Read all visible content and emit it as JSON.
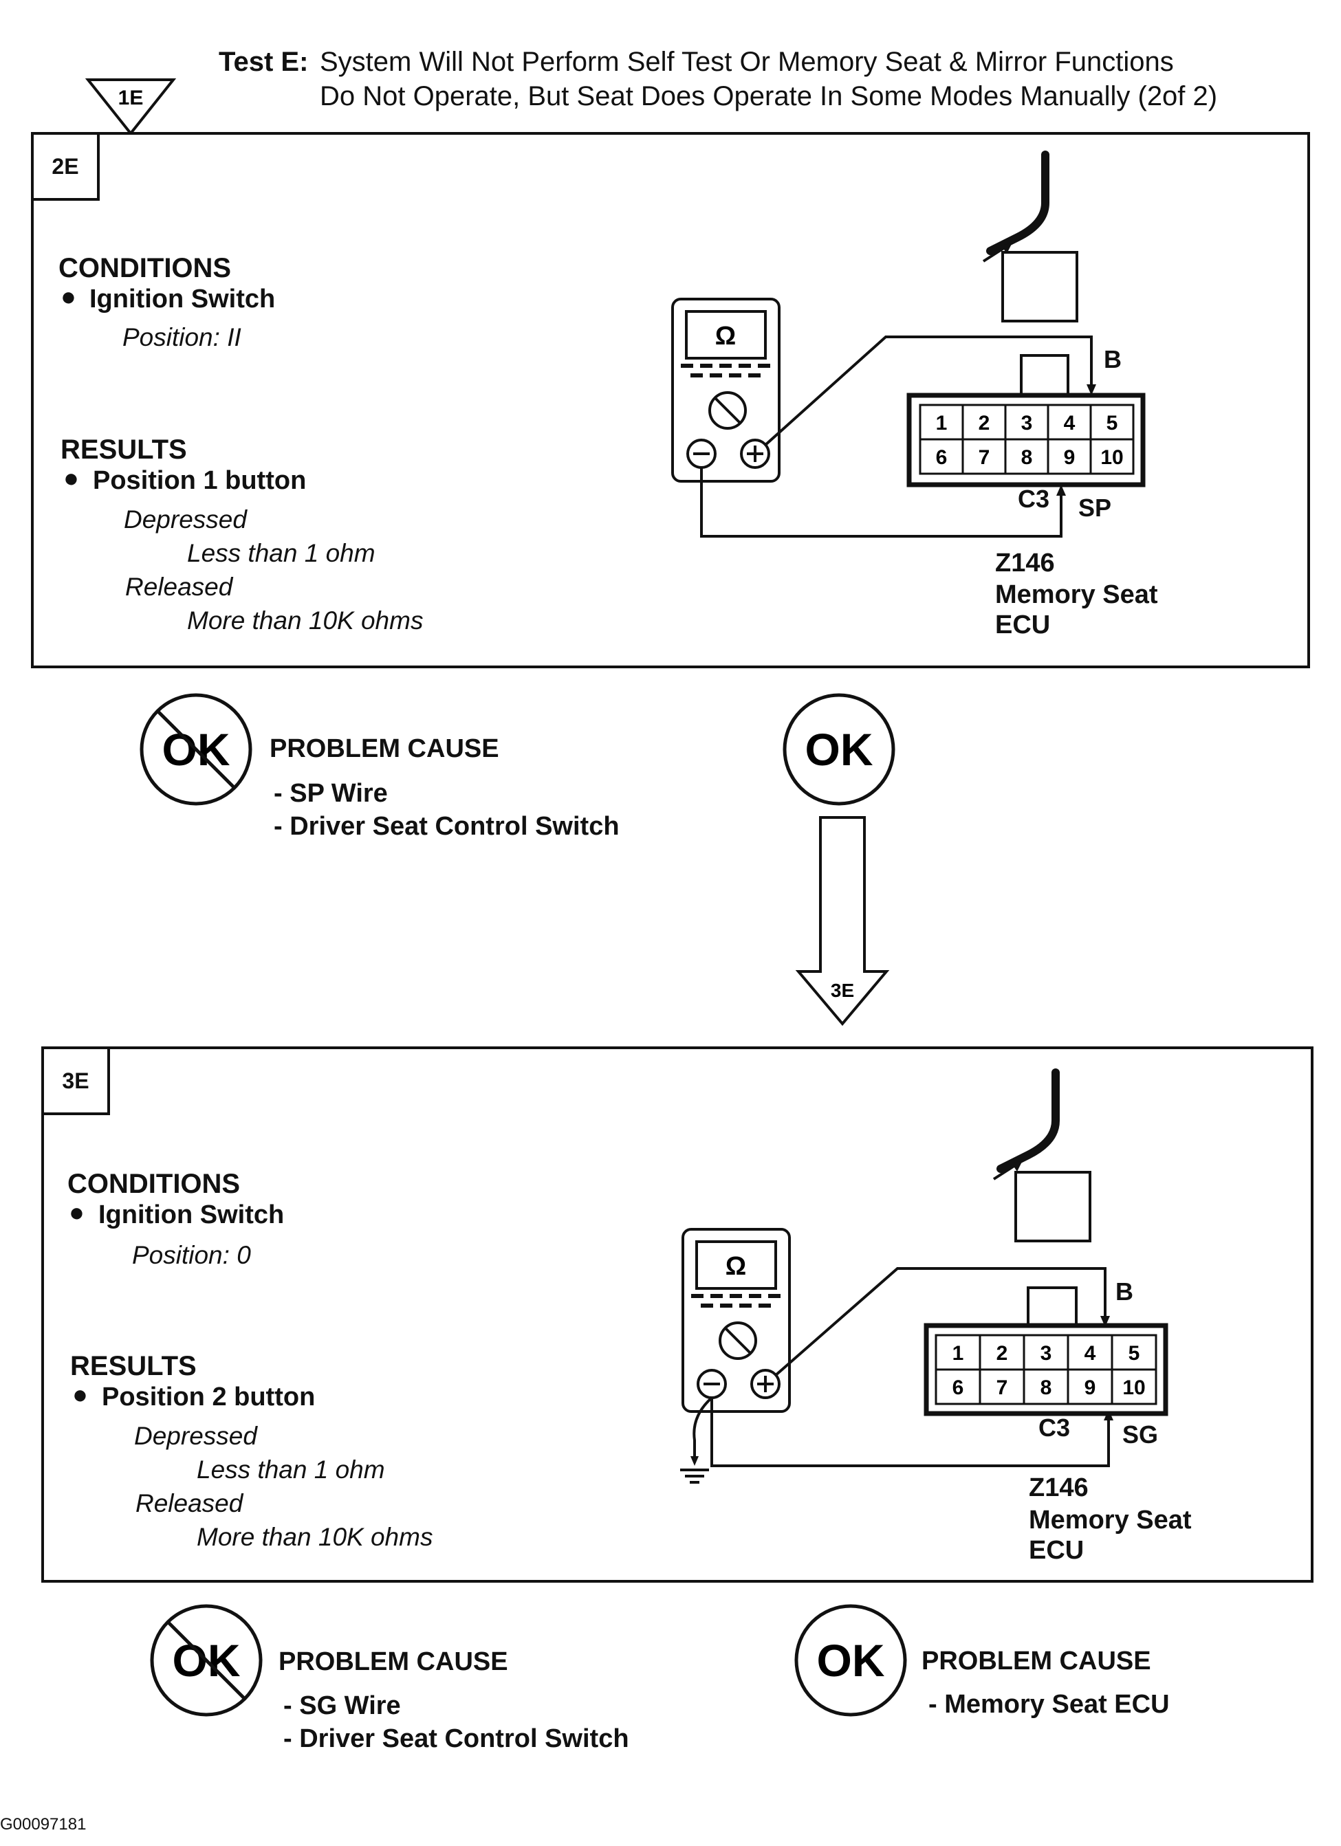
{
  "title": {
    "label": "Test E:",
    "line1": "System Will Not Perform Self Test Or Memory Seat & Mirror Functions",
    "line2": "Do Not Operate, But Seat Does Operate In Some Modes Manually (2of 2)"
  },
  "entry_marker": "1E",
  "step2": {
    "tag": "2E",
    "conditions_heading": "CONDITIONS",
    "condition_item": "Ignition Switch",
    "condition_value": "Position: II",
    "results_heading": "RESULTS",
    "result_item": "Position 1 button",
    "state1": "Depressed",
    "state1_value": "Less than 1 ohm",
    "state2": "Released",
    "state2_value": "More than 10K ohms",
    "meter_symbol": "Ω",
    "pins_top": [
      "1",
      "2",
      "3",
      "4",
      "5"
    ],
    "pins_bottom": [
      "6",
      "7",
      "8",
      "9",
      "10"
    ],
    "wire_b": "B",
    "connector": "C3",
    "wire_signal": "SP",
    "ecu_code": "Z146",
    "ecu_line1": "Memory Seat",
    "ecu_line2": "ECU"
  },
  "step2_outcomes": {
    "not_ok_symbol": "OK",
    "problem_cause_heading": "PROBLEM CAUSE",
    "causes": [
      "SP Wire",
      "Driver Seat Control Switch"
    ],
    "ok_symbol": "OK",
    "next_step": "3E"
  },
  "step3": {
    "tag": "3E",
    "conditions_heading": "CONDITIONS",
    "condition_item": "Ignition Switch",
    "condition_value": "Position: 0",
    "results_heading": "RESULTS",
    "result_item": "Position 2 button",
    "state1": "Depressed",
    "state1_value": "Less than 1 ohm",
    "state2": "Released",
    "state2_value": "More than 10K ohms",
    "meter_symbol": "Ω",
    "pins_top": [
      "1",
      "2",
      "3",
      "4",
      "5"
    ],
    "pins_bottom": [
      "6",
      "7",
      "8",
      "9",
      "10"
    ],
    "wire_b": "B",
    "connector": "C3",
    "wire_signal": "SG",
    "ecu_code": "Z146",
    "ecu_line1": "Memory Seat",
    "ecu_line2": "ECU"
  },
  "step3_outcomes": {
    "not_ok_symbol": "OK",
    "not_ok_heading": "PROBLEM CAUSE",
    "not_ok_causes": [
      "SG Wire",
      "Driver Seat Control Switch"
    ],
    "ok_symbol": "OK",
    "ok_heading": "PROBLEM CAUSE",
    "ok_causes": [
      "Memory Seat ECU"
    ]
  },
  "figure_id": "G00097181"
}
